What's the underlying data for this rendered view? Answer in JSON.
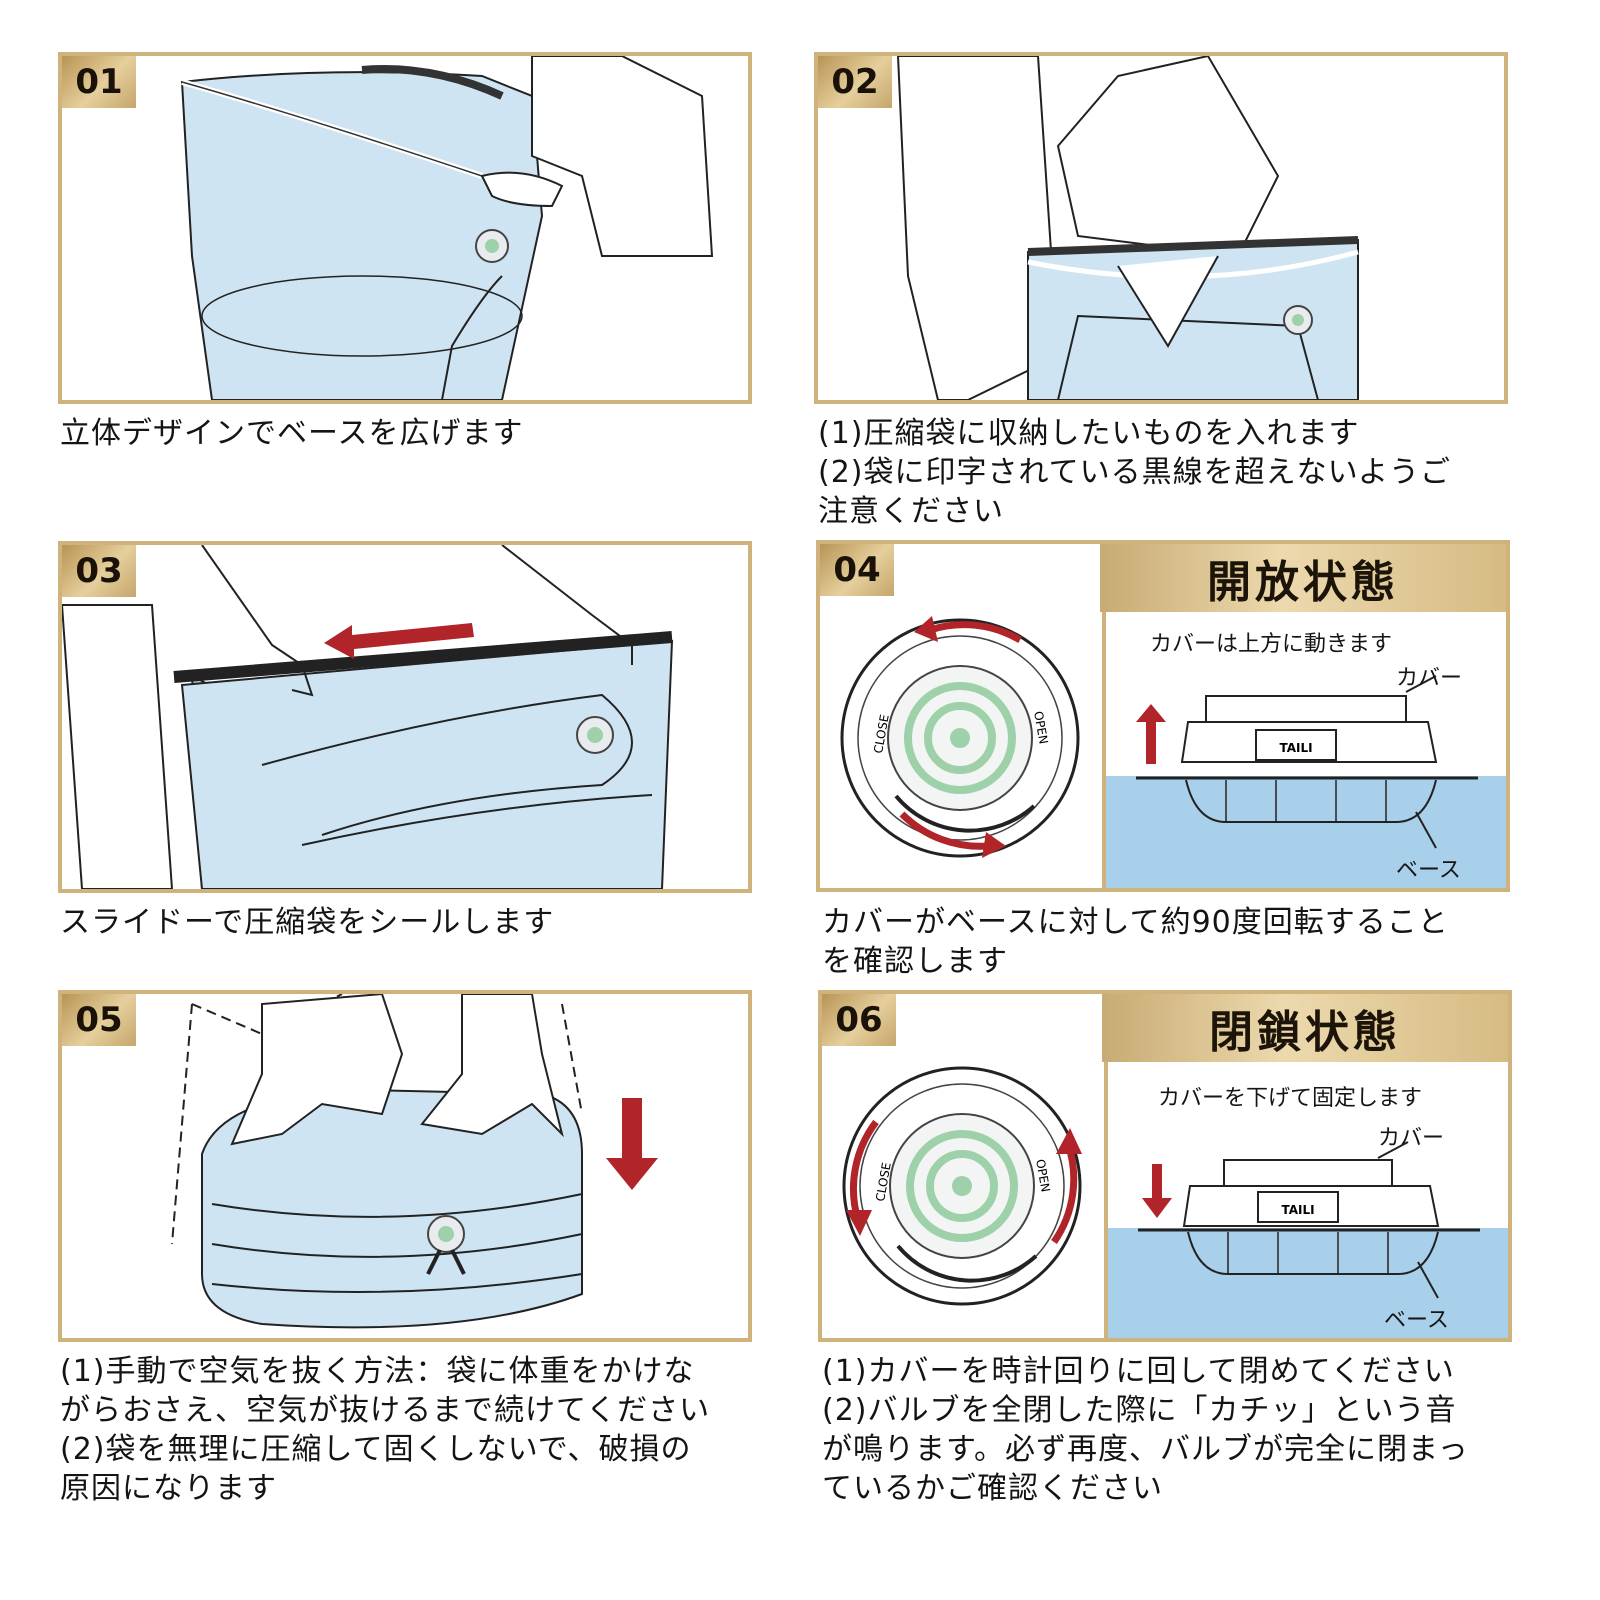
{
  "steps": [
    {
      "number": "01",
      "caption": "立体デザインでベースを広げます"
    },
    {
      "number": "02",
      "caption": "(1)圧縮袋に収納したいものを入れます\n(2)袋に印字されている黒線を超えないようご\n注意ください"
    },
    {
      "number": "03",
      "caption": "スライドーで圧縮袋をシールします"
    },
    {
      "number": "04",
      "caption": "カバーがベースに対して約90度回転すること\nを確認します",
      "state_title": "開放状態",
      "note": "カバーは上方に動きます",
      "cover_label": "カバー",
      "base_label": "ベース",
      "valve_close": "CLOSE",
      "valve_open": "OPEN",
      "brand": "TAILI"
    },
    {
      "number": "05",
      "caption": "(1)手動で空気を抜く方法：袋に体重をかけな\nがらおさえ、空気が抜けるまで続けてください\n(2)袋を無理に圧縮して固くしないで、破損の\n原因になります"
    },
    {
      "number": "06",
      "caption": "(1)カバーを時計回りに回して閉めてください\n(2)バルブを全閉した際に「カチッ」という音\nが鳴ります。必ず再度、バルブが完全に閉まっ\nているかご確認ください",
      "state_title": "閉鎖状態",
      "note": "カバーを下げて固定します",
      "cover_label": "カバー",
      "base_label": "ベース",
      "valve_close": "CLOSE",
      "valve_open": "OPEN",
      "brand": "TAILI"
    }
  ],
  "colors": {
    "frame_gold": "#cfb27c",
    "bag_blue": "#cfe4f3",
    "arrow_red": "#b1252a",
    "valve_green": "#9ed1a9"
  }
}
